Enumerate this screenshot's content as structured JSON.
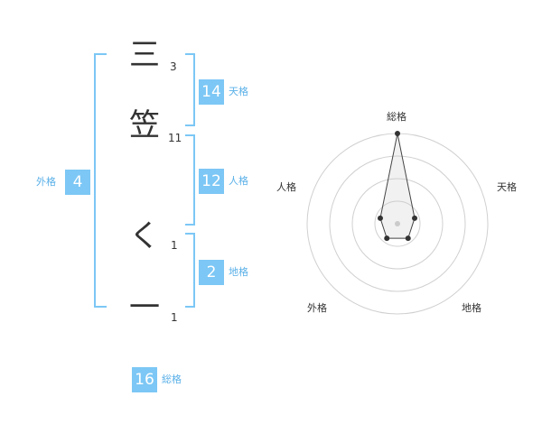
{
  "name": {
    "chars": [
      {
        "char": "三",
        "strokes": "3"
      },
      {
        "char": "笠",
        "strokes": "11"
      },
      {
        "char": "く",
        "strokes": "1"
      },
      {
        "char": "一",
        "strokes": "1"
      }
    ]
  },
  "fortunes": {
    "ten": {
      "value": "14",
      "label": "天格"
    },
    "jin": {
      "value": "12",
      "label": "人格"
    },
    "chi": {
      "value": "2",
      "label": "地格"
    },
    "gai": {
      "value": "4",
      "label": "外格"
    },
    "sou": {
      "value": "16",
      "label": "総格"
    }
  },
  "chart_data": {
    "type": "radar",
    "axes": [
      "総格",
      "天格",
      "地格",
      "外格",
      "人格"
    ],
    "values": [
      5,
      1,
      1,
      1,
      1
    ],
    "max": 5,
    "rings": 4
  }
}
